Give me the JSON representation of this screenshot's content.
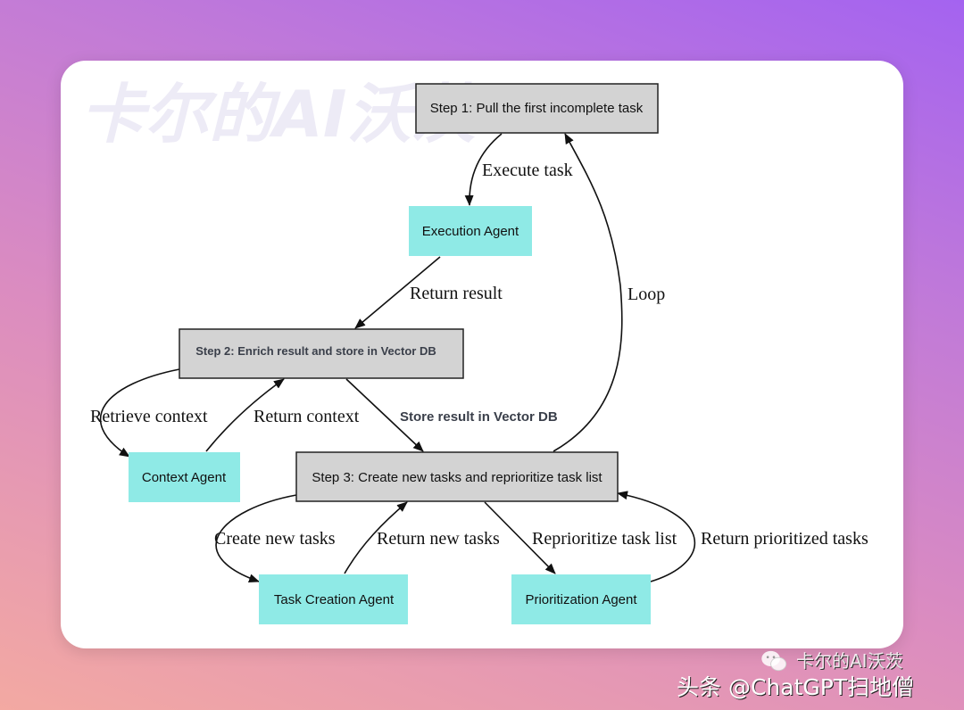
{
  "nodes": {
    "step1": "Step 1: Pull the first incomplete task",
    "execution_agent": "Execution Agent",
    "step2": "Step 2: Enrich result and store in Vector DB",
    "context_agent": "Context Agent",
    "step3": "Step 3: Create new tasks and reprioritize task list",
    "task_creation_agent": "Task Creation Agent",
    "prioritization_agent": "Prioritization Agent"
  },
  "edges": {
    "execute_task": "Execute task",
    "return_result": "Return result",
    "loop": "Loop",
    "retrieve_context": "Retrieve context",
    "return_context": "Return context",
    "store_result": "Store result in Vector DB",
    "create_new_tasks": "Create new tasks",
    "return_new_tasks": "Return new tasks",
    "reprioritize": "Reprioritize task list",
    "return_prioritized": "Return prioritized tasks"
  },
  "watermark": {
    "big": "卡尔的AI沃茨",
    "wechat": "卡尔的AI沃茨",
    "line": "头条 @ChatGPT扫地僧"
  },
  "colors": {
    "agent": "#8feae6",
    "step": "#d3d3d3"
  }
}
